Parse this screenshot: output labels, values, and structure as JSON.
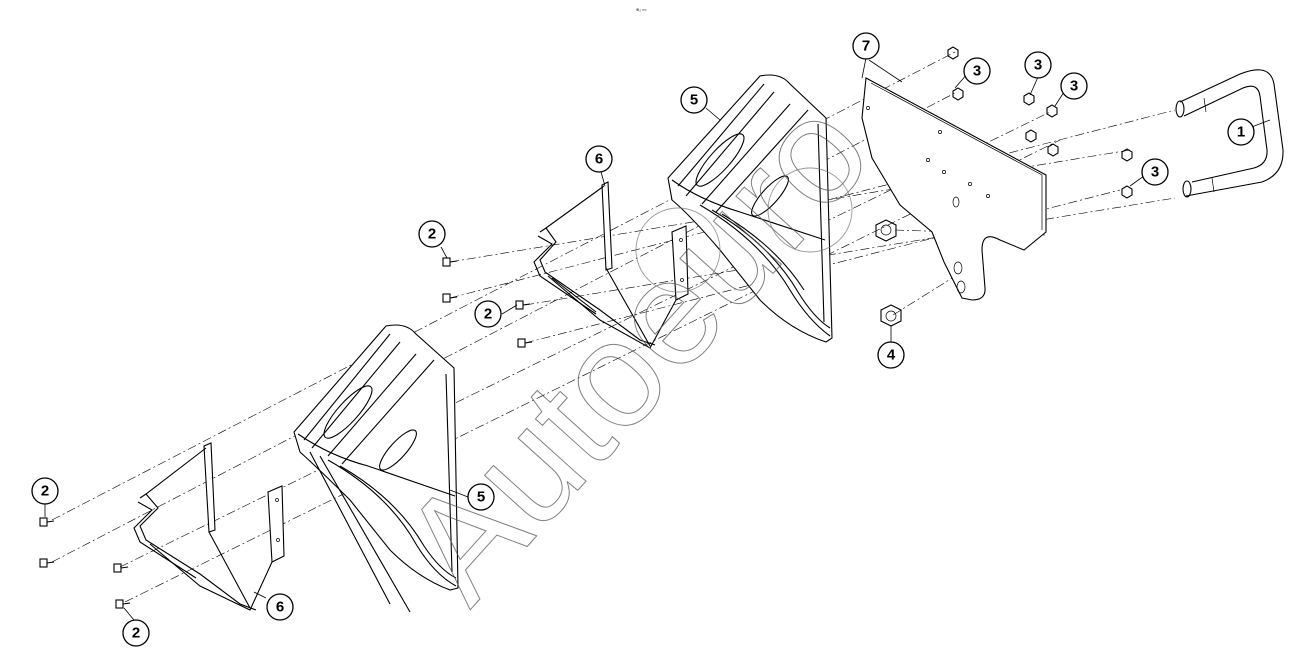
{
  "header": {
    "tiny_label": "⊕₂ ≈≈"
  },
  "watermark": {
    "text": "Autoeuro"
  },
  "callouts": [
    {
      "id": "c1",
      "label": "1"
    },
    {
      "id": "c2a",
      "label": "2"
    },
    {
      "id": "c2b",
      "label": "2"
    },
    {
      "id": "c2c",
      "label": "2"
    },
    {
      "id": "c2d",
      "label": "2"
    },
    {
      "id": "c3a",
      "label": "3"
    },
    {
      "id": "c3b",
      "label": "3"
    },
    {
      "id": "c3c",
      "label": "3"
    },
    {
      "id": "c3d",
      "label": "3"
    },
    {
      "id": "c4",
      "label": "4"
    },
    {
      "id": "c5a",
      "label": "5"
    },
    {
      "id": "c5b",
      "label": "5"
    },
    {
      "id": "c6a",
      "label": "6"
    },
    {
      "id": "c6b",
      "label": "6"
    },
    {
      "id": "c7",
      "label": "7"
    }
  ]
}
